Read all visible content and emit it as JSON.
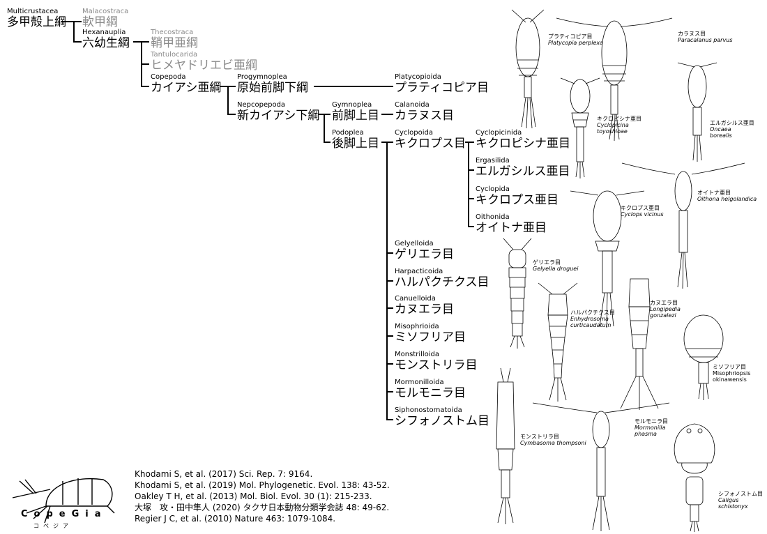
{
  "tree": {
    "multicrustacea": {
      "lat": "Multicrustacea",
      "jp": "多甲殻上綱"
    },
    "malacostraca": {
      "lat": "Malacostraca",
      "jp": "軟甲綱"
    },
    "hexanauplia": {
      "lat": "Hexanauplia",
      "jp": "六幼生綱"
    },
    "thecostraca": {
      "lat": "Thecostraca",
      "jp": "鞘甲亜綱"
    },
    "tantulocarida": {
      "lat": "Tantulocarida",
      "jp": "ヒメヤドリエビ亜綱"
    },
    "copepoda": {
      "lat": "Copepoda",
      "jp": "カイアシ亜綱"
    },
    "progymnoplea": {
      "lat": "Progymnoplea",
      "jp": "原始前脚下綱"
    },
    "platycopioida": {
      "lat": "Platycopioida",
      "jp": "プラティコピア目"
    },
    "neocopepoda": {
      "lat": "Nepcopepoda",
      "jp": "新カイアシ下綱"
    },
    "gymnoplea": {
      "lat": "Gymnoplea",
      "jp": "前脚上目"
    },
    "calanoida": {
      "lat": "Calanoida",
      "jp": "カラヌス目"
    },
    "podoplea": {
      "lat": "Podoplea",
      "jp": "後脚上目"
    },
    "cyclopoida": {
      "lat": "Cyclopoida",
      "jp": "キクロプス目"
    },
    "cyclopicinida": {
      "lat": "Cyclopicinida",
      "jp": "キクロピシナ亜目"
    },
    "ergasilida": {
      "lat": "Ergasilida",
      "jp": "エルガシルス亜目"
    },
    "cyclopida": {
      "lat": "Cyclopida",
      "jp": "キクロプス亜目"
    },
    "oithonida": {
      "lat": "Oithonida",
      "jp": "オイトナ亜目"
    },
    "gelyelloida": {
      "lat": "Gelyelloida",
      "jp": "ゲリエラ目"
    },
    "harpacticoida": {
      "lat": "Harpacticoida",
      "jp": "ハルパクチクス目"
    },
    "canuelloida": {
      "lat": "Canuelloida",
      "jp": "カヌエラ目"
    },
    "misophrioida": {
      "lat": "Misophrioida",
      "jp": "ミソフリア目"
    },
    "monstrilloida": {
      "lat": "Monstrilloida",
      "jp": "モンストリラ目"
    },
    "mormonilloida": {
      "lat": "Mormonilloida",
      "jp": "モルモニラ目"
    },
    "siphonostomatoida": {
      "lat": "Siphonostomatoida",
      "jp": "シフォノストム目"
    }
  },
  "captions": {
    "platycopia": {
      "jp": "プラティコピア目",
      "sci": "Platycopia perplexa"
    },
    "paracalanus": {
      "jp": "カラヌス目",
      "sci": "Paracalanus parvus"
    },
    "cyclopicina": {
      "jp": "キクロピシナ亜目",
      "sci1": "Cyclopicina",
      "sci2": "toyoshioae"
    },
    "oncaea": {
      "jp": "エルガシルス亜目",
      "sci1": "Oncaea",
      "sci2": "borealis"
    },
    "oithona": {
      "jp": "オイトナ亜目",
      "sci": "Oithona helgolandica"
    },
    "cyclops": {
      "jp": "キクロプス亜目",
      "sci": "Cyclops vicinus"
    },
    "gelyella": {
      "jp": "ゲリエラ目",
      "sci": "Gelyella droguei"
    },
    "enhydrosoma": {
      "jp": "ハルパクチクス目",
      "sci1": "Enhydrosoma",
      "sci2": "curticaudatum"
    },
    "longipedia": {
      "jp": "カヌエラ目",
      "sci1": "Longipedia",
      "sci2": "gonzalezi"
    },
    "misophriopsis": {
      "jp": "ミソフリア目",
      "sci1": "Misophriopsis",
      "sci2": "okinawensis"
    },
    "cymbasoma": {
      "jp": "モンストリラ目",
      "sci": "Cymbasoma thompsoni"
    },
    "mormonilla": {
      "jp": "モルモニラ目",
      "sci1": "Mormonilla",
      "sci2": "phasma"
    },
    "caligus": {
      "jp": "シフォノストム目",
      "sci1": "Caligus",
      "sci2": "schistonyx"
    }
  },
  "references": [
    "Khodami S, et al. (2017) Sci. Rep. 7: 9164.",
    "Khodami S, et al. (2019) Mol. Phylogenetic. Evol. 138: 43-52.",
    "Oakley T H, et al. (2013) Mol. Biol. Evol. 30 (1): 215-233.",
    "大塚　攻・田中隼人 (2020) タクサ日本動物分類学会誌 48: 49-62.",
    "Regier J C, et al. (2010) Nature 463: 1079-1084."
  ],
  "logo": {
    "name": "CopeGia",
    "kana": "コペジア"
  },
  "colors": {
    "line": "#000000",
    "muted": "#8a8a8a"
  }
}
